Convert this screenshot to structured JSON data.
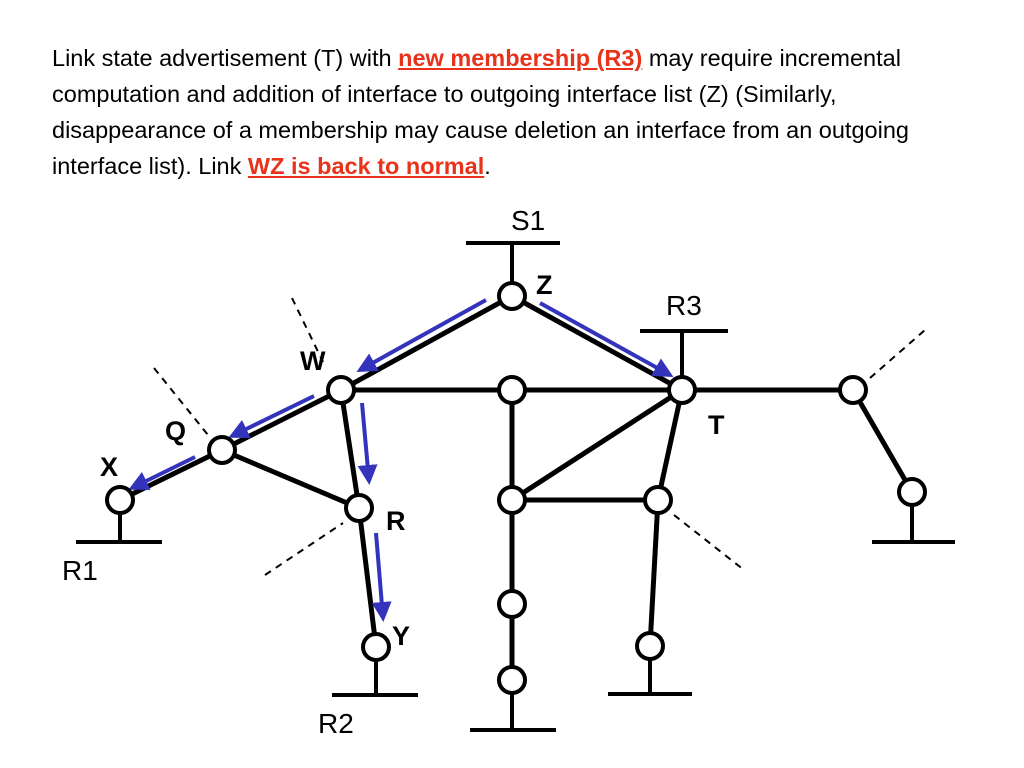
{
  "caption": {
    "part1": "Link state advertisement (T) with ",
    "highlight1": "new membership (R3)",
    "part2": " may require incremental computation and addition of interface to outgoing interface list (Z)    (Similarly, disappearance of a membership may cause deletion an interface from an outgoing interface list). Link ",
    "highlight2": "WZ is back to normal",
    "part3": ".",
    "highlight_color": "#e8321a"
  },
  "diagram": {
    "router_labels": {
      "z": "Z",
      "w": "W",
      "t": "T",
      "q": "Q",
      "x": "X",
      "r": "R",
      "y": "Y"
    },
    "network_labels": {
      "s1": "S1",
      "r3": "R3",
      "r1": "R1",
      "r2": "R2"
    },
    "colors": {
      "links": "#000000",
      "routers_fill": "#ffffff",
      "arrows": "#3333bb"
    }
  }
}
